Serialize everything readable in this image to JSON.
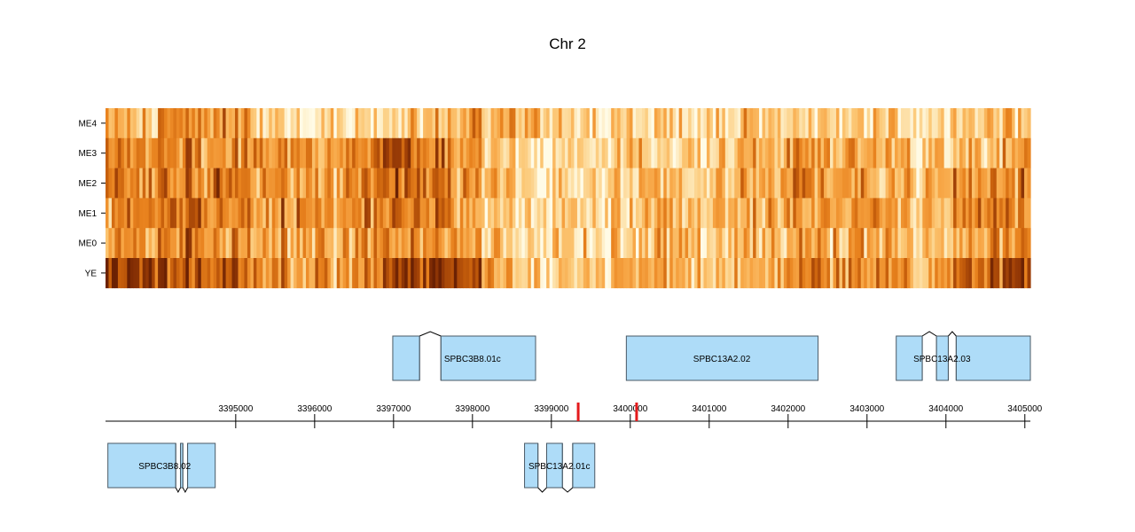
{
  "chart_data": {
    "type": "heatmap",
    "title": "Chr 2",
    "rows": [
      "ME4",
      "ME3",
      "ME2",
      "ME1",
      "ME0",
      "YE"
    ],
    "xlim": [
      3393350,
      3405070
    ],
    "ticks": [
      3395000,
      3396000,
      3397000,
      3398000,
      3399000,
      3400000,
      3401000,
      3402000,
      3403000,
      3404000,
      3405000
    ],
    "tick_labels": [
      "3395000",
      "3396000",
      "3397000",
      "3398000",
      "3399000",
      "3400000",
      "3401000",
      "3402000",
      "3403000",
      "3404000",
      "3405000"
    ],
    "highlight_positions": [
      3399340,
      3400080
    ],
    "highlight_color": "#e41a1c",
    "gene_fill_color": "#aedcf8",
    "color_scale": [
      "#fffbe6",
      "#fde6b4",
      "#fcc978",
      "#f7a544",
      "#e8821e",
      "#c8600c",
      "#9a3c06",
      "#6b2103"
    ],
    "profiles": [
      {
        "row": "ME4",
        "levels": [
          0.3,
          0.35,
          0.45,
          0.55,
          0.3,
          0.25,
          0.2,
          0.2,
          0.25,
          0.35,
          0.4,
          0.35,
          0.3,
          0.25,
          0.2,
          0.2,
          0.25,
          0.3,
          0.25,
          0.2,
          0.18,
          0.2,
          0.22,
          0.25,
          0.28,
          0.22
        ]
      },
      {
        "row": "ME3",
        "levels": [
          0.5,
          0.45,
          0.55,
          0.5,
          0.5,
          0.55,
          0.45,
          0.55,
          0.7,
          0.65,
          0.45,
          0.2,
          0.15,
          0.25,
          0.3,
          0.3,
          0.25,
          0.35,
          0.4,
          0.45,
          0.4,
          0.35,
          0.3,
          0.4,
          0.35,
          0.45
        ]
      },
      {
        "row": "ME2",
        "levels": [
          0.45,
          0.55,
          0.5,
          0.6,
          0.55,
          0.5,
          0.45,
          0.55,
          0.65,
          0.6,
          0.45,
          0.25,
          0.2,
          0.25,
          0.3,
          0.3,
          0.25,
          0.35,
          0.4,
          0.5,
          0.45,
          0.4,
          0.35,
          0.55,
          0.5,
          0.55
        ]
      },
      {
        "row": "ME1",
        "levels": [
          0.4,
          0.55,
          0.65,
          0.65,
          0.5,
          0.6,
          0.55,
          0.55,
          0.55,
          0.55,
          0.35,
          0.25,
          0.2,
          0.3,
          0.25,
          0.35,
          0.3,
          0.3,
          0.4,
          0.45,
          0.4,
          0.45,
          0.3,
          0.55,
          0.6,
          0.55
        ]
      },
      {
        "row": "ME0",
        "levels": [
          0.4,
          0.5,
          0.6,
          0.55,
          0.45,
          0.5,
          0.45,
          0.45,
          0.45,
          0.5,
          0.35,
          0.25,
          0.2,
          0.25,
          0.3,
          0.35,
          0.25,
          0.3,
          0.35,
          0.4,
          0.35,
          0.45,
          0.3,
          0.45,
          0.5,
          0.45
        ]
      },
      {
        "row": "YE",
        "levels": [
          0.9,
          0.8,
          0.7,
          0.75,
          0.55,
          0.5,
          0.45,
          0.55,
          0.85,
          0.9,
          0.7,
          0.3,
          0.25,
          0.3,
          0.35,
          0.4,
          0.35,
          0.4,
          0.45,
          0.55,
          0.5,
          0.45,
          0.35,
          0.7,
          0.75,
          0.8
        ]
      }
    ],
    "genes": [
      {
        "name": "SPBC3B8.01c",
        "strand": "+",
        "exons": [
          [
            3396990,
            3397330
          ],
          [
            3397600,
            3398800
          ]
        ],
        "label_pos": 3398000
      },
      {
        "name": "SPBC13A2.02",
        "strand": "+",
        "exons": [
          [
            3399950,
            3402380
          ]
        ],
        "label_pos": 3401160
      },
      {
        "name": "SPBC13A2.03",
        "strand": "+",
        "exons": [
          [
            3403370,
            3403700
          ],
          [
            3403880,
            3404030
          ],
          [
            3404130,
            3405070
          ]
        ],
        "label_pos": 3403950
      },
      {
        "name": "SPBC3B8.02",
        "strand": "-",
        "exons": [
          [
            3393380,
            3394240
          ],
          [
            3394300,
            3394330
          ],
          [
            3394390,
            3394740
          ]
        ],
        "label_pos": 3394100
      },
      {
        "name": "SPBC13A2.01c",
        "strand": "-",
        "exons": [
          [
            3398660,
            3398830
          ],
          [
            3398940,
            3399140
          ],
          [
            3399270,
            3399550
          ]
        ],
        "label_pos": 3399100
      }
    ]
  }
}
